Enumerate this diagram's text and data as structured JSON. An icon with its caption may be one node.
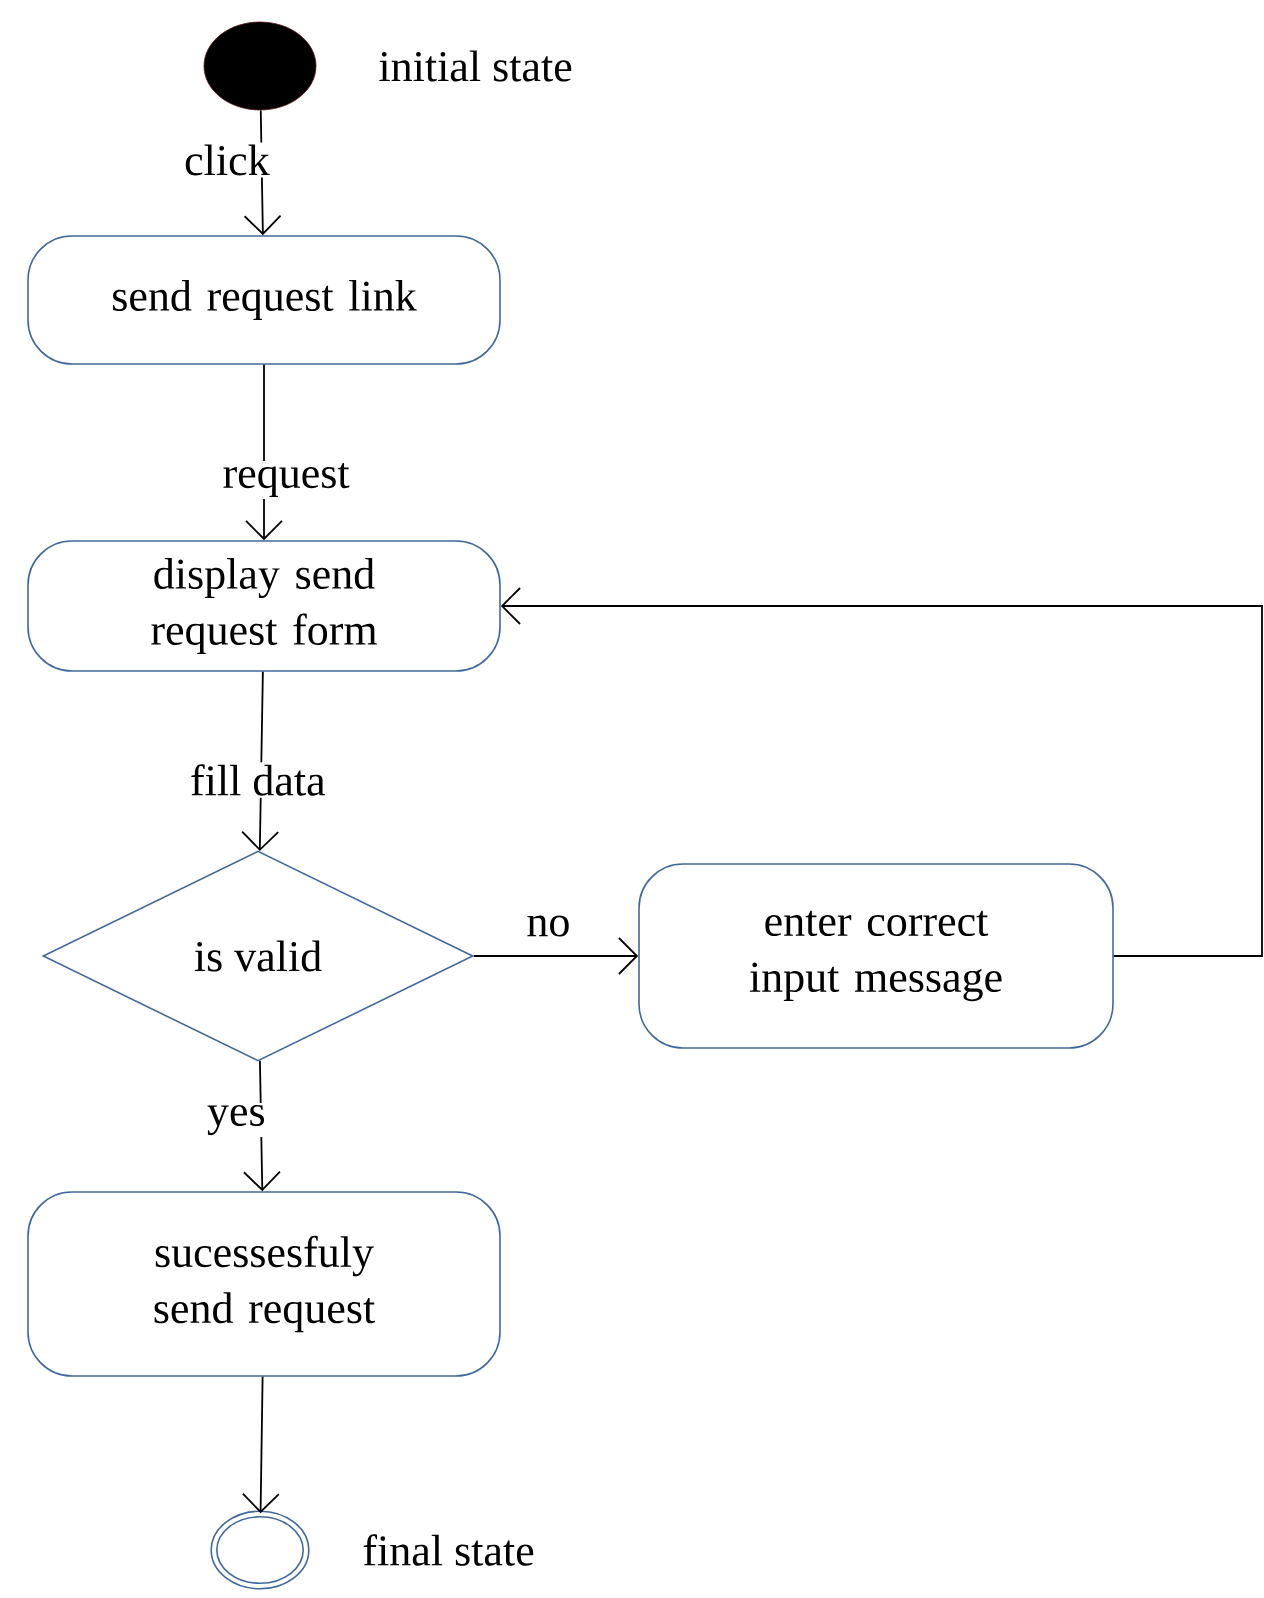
{
  "diagram": {
    "nodes": [
      {
        "text": [],
        "shape": "circle",
        "beside": [
          "initial state"
        ]
      },
      {
        "text": [
          "send request link"
        ]
      },
      {
        "text": [
          "display send request form"
        ]
      },
      {
        "text": [
          "is valid"
        ]
      },
      {
        "text": [
          "enter correct input message"
        ]
      },
      {
        "text": [
          "sucessesfuly send request"
        ]
      },
      {
        "text": [],
        "shape": "circle",
        "beside": [
          "final state"
        ]
      }
    ],
    "edges": [
      {
        "from": 0,
        "to": 1,
        "arrow": "to",
        "label": "click"
      },
      {
        "from": 1,
        "to": 2,
        "arrow": "to",
        "label": "request"
      },
      {
        "from": 2,
        "to": 3,
        "arrow": "to",
        "label": "fill data"
      },
      {
        "from": 3,
        "to": 4,
        "arrow": "to",
        "label": "no"
      },
      {
        "from": 3,
        "to": 5,
        "arrow": "to",
        "label": "yes"
      },
      {
        "from": 4,
        "to": 2,
        "arrow": "to"
      },
      {
        "from": 5,
        "to": 6,
        "arrow": "to"
      }
    ]
  }
}
